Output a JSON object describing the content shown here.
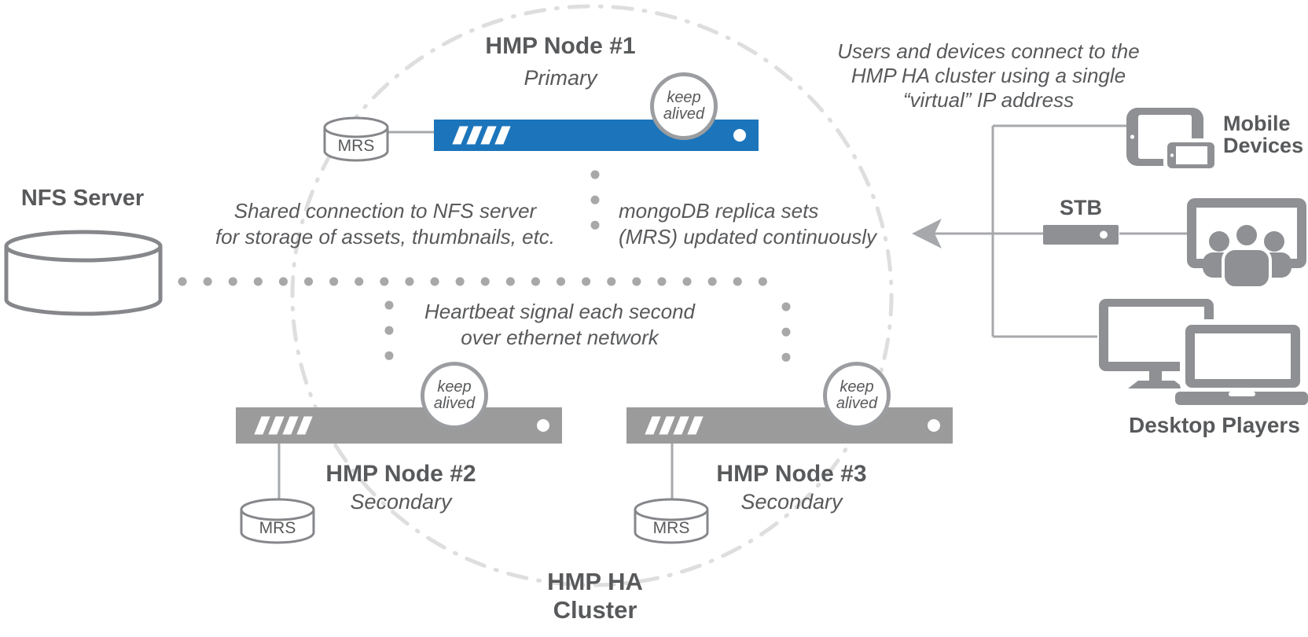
{
  "colors": {
    "primary_blue": "#1c75bb",
    "secondary_gray": "#9b9b9b",
    "icon_gray": "#8e9093",
    "text_gray": "#58595b",
    "dot_gray": "#a8a8a8",
    "line_gray": "#a6a8ab",
    "arc_gray": "#dedede"
  },
  "nfs": {
    "label": "NFS Server"
  },
  "nodes": [
    {
      "title": "HMP Node #1",
      "role": "Primary",
      "db_label": "MRS",
      "keepalive": [
        "keep",
        "alived"
      ]
    },
    {
      "title": "HMP Node #2",
      "role": "Secondary",
      "db_label": "MRS",
      "keepalive": [
        "keep",
        "alived"
      ]
    },
    {
      "title": "HMP Node #3",
      "role": "Secondary",
      "db_label": "MRS",
      "keepalive": [
        "keep",
        "alived"
      ]
    }
  ],
  "cluster_label": {
    "line1": "HMP HA",
    "line2": "Cluster"
  },
  "annotations": {
    "nfs_note": {
      "line1": "Shared connection to NFS server",
      "line2": "for storage of assets, thumbnails, etc."
    },
    "mongo_note": {
      "line1": "mongoDB replica sets",
      "line2": "(MRS) updated continuously"
    },
    "heartbeat_note": {
      "line1": "Heartbeat signal each second",
      "line2": "over ethernet network"
    },
    "vip_note": {
      "line1": "Users and devices connect to the",
      "line2": "HMP HA cluster using a single",
      "line3": "“virtual” IP address"
    }
  },
  "devices": {
    "mobile": {
      "line1": "Mobile",
      "line2": "Devices"
    },
    "stb": {
      "label": "STB"
    },
    "desktop": {
      "label": "Desktop Players"
    }
  }
}
